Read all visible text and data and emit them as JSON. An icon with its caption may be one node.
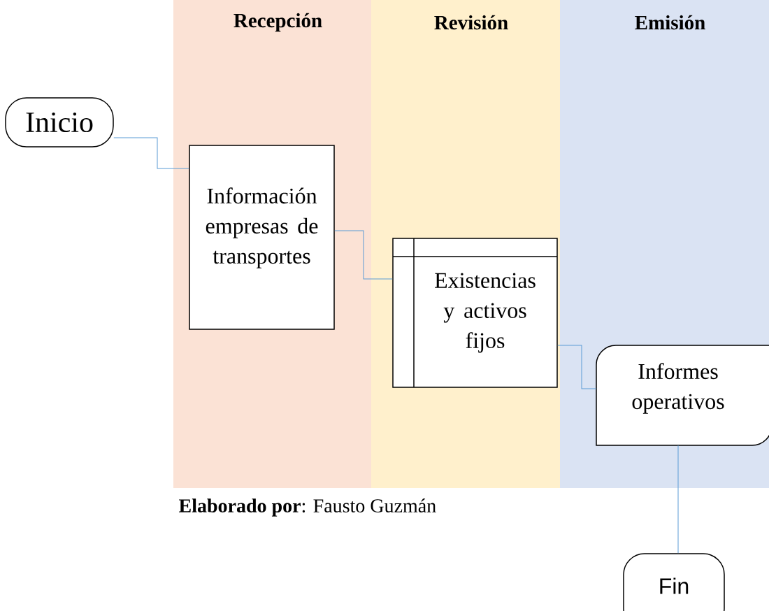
{
  "diagram": {
    "nodes": [
      {
        "text": [
          "Recepción"
        ]
      },
      {
        "text": [
          "Revisión"
        ]
      },
      {
        "text": [
          "Emisión"
        ]
      },
      {
        "text": [
          "Inicio"
        ]
      },
      {
        "text": [
          "Información empresas de transportes"
        ],
        "in": 0
      },
      {
        "text": [
          "Existencias y activos fijos"
        ],
        "in": 1
      },
      {
        "text": [
          "Informes operativos"
        ],
        "in": 2
      },
      {
        "text": [
          "Fin"
        ]
      }
    ],
    "edges": [
      {
        "from": 3,
        "to": 4,
        "arrow": "none"
      },
      {
        "from": 4,
        "to": 5,
        "arrow": "none"
      },
      {
        "from": 5,
        "to": 6,
        "arrow": "none"
      },
      {
        "from": 6,
        "to": 7,
        "arrow": "none"
      }
    ],
    "labels": [
      "**Elaborado por**: Fausto Guzmán"
    ]
  }
}
